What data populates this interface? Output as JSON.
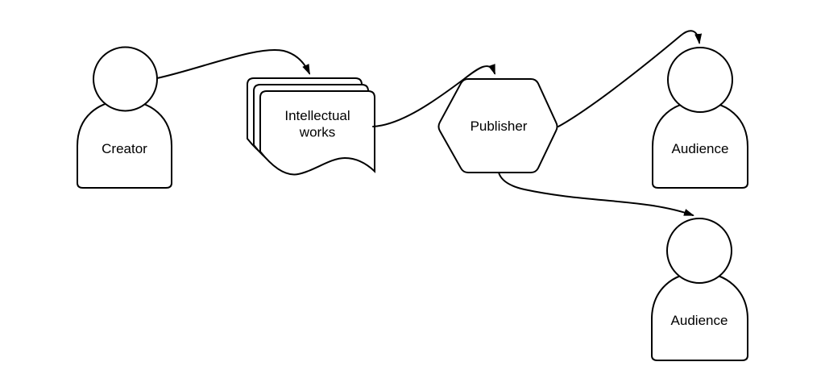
{
  "diagram": {
    "colors": {
      "background": "#ffffff",
      "stroke": "#000000",
      "shape_fill": "#ffffff",
      "text": "#000000"
    },
    "nodes": {
      "creator": {
        "label": "Creator",
        "shape": "person"
      },
      "intellectual_works": {
        "label": "Intellectual works",
        "label_line1": "Intellectual",
        "label_line2": "works",
        "shape": "document-stack"
      },
      "publisher": {
        "label": "Publisher",
        "shape": "hexagon"
      },
      "audience_top": {
        "label": "Audience",
        "shape": "person"
      },
      "audience_bottom": {
        "label": "Audience",
        "shape": "person"
      }
    },
    "edges": [
      {
        "from": "creator",
        "to": "intellectual_works",
        "style": "curved-arrow"
      },
      {
        "from": "intellectual_works",
        "to": "publisher",
        "style": "curved-arrow"
      },
      {
        "from": "publisher",
        "to": "audience_top",
        "style": "curved-arrow"
      },
      {
        "from": "publisher",
        "to": "audience_bottom",
        "style": "curved-arrow"
      }
    ]
  }
}
